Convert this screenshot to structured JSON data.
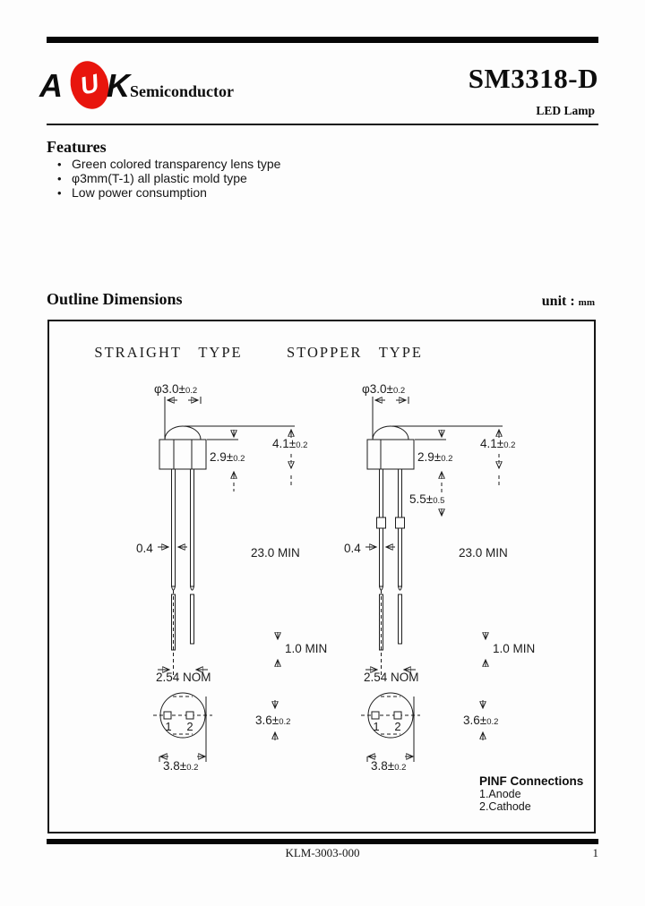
{
  "header": {
    "logo": {
      "letter_a": "A",
      "letter_u": "U",
      "letter_k": "K",
      "oval_color": "#e8150d",
      "brand": "Semiconductor"
    },
    "part_number": "SM3318-D",
    "product_type": "LED Lamp"
  },
  "features": {
    "title": "Features",
    "bullet": "•",
    "items": [
      "Green colored transparency lens type",
      "φ3mm(T-1) all plastic mold type",
      "Low power consumption"
    ]
  },
  "outline": {
    "title": "Outline Dimensions",
    "unit_label": "unit :",
    "unit_value": "mm",
    "straight_title": "STRAIGHT   TYPE",
    "stopper_title": "STOPPER   TYPE",
    "dims": {
      "dia": {
        "main": "φ3.0±",
        "tol": "0.2"
      },
      "body_h": {
        "main": "2.9±",
        "tol": "0.2"
      },
      "total_h": {
        "main": "4.1±",
        "tol": "0.2"
      },
      "stopper_pos": {
        "main": "5.5±",
        "tol": "0.5"
      },
      "lead_w": "0.4",
      "lead_len": "23.0 MIN",
      "tip_len": "1.0 MIN",
      "pitch": "2.54 NOM",
      "base_w": {
        "main": "3.8±",
        "tol": "0.2"
      },
      "base_h": {
        "main": "3.6±",
        "tol": "0.2"
      }
    },
    "pins": [
      "1",
      "2"
    ],
    "pinf": {
      "title": "PINF Connections",
      "items": [
        "1.Anode",
        "2.Cathode"
      ]
    }
  },
  "footer": {
    "doc_number": "KLM-3003-000",
    "page_number": "1"
  }
}
